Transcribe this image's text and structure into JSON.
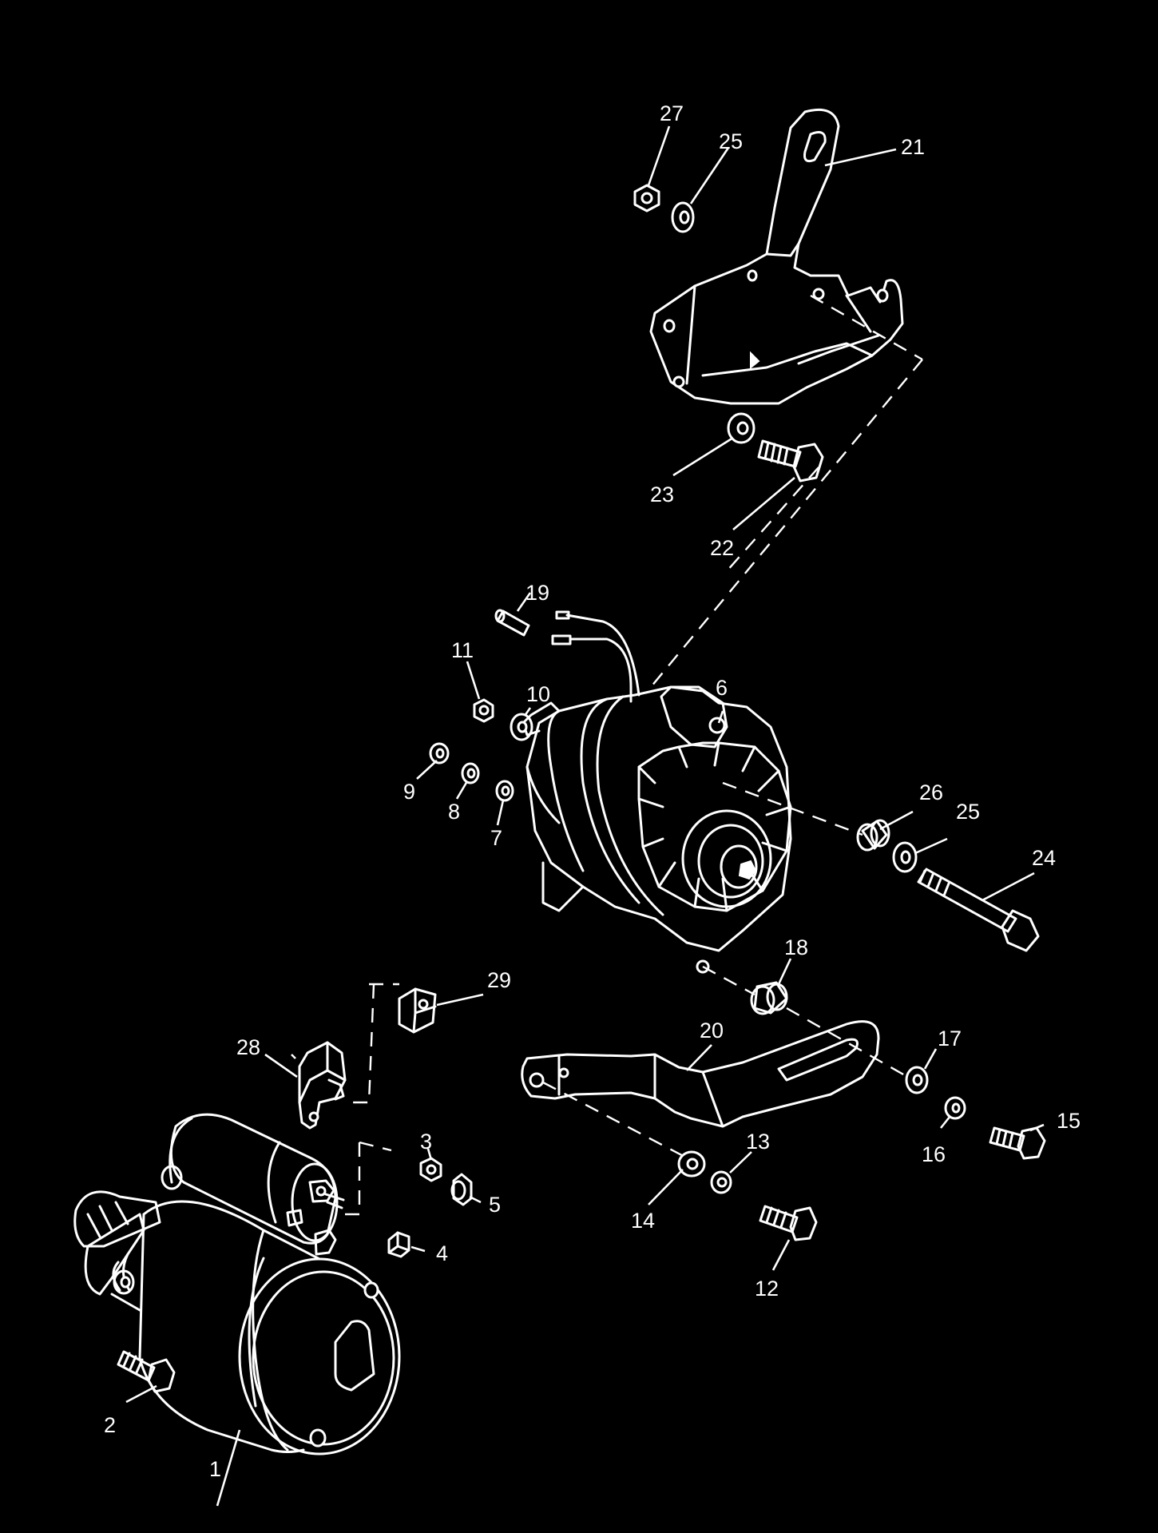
{
  "colors": {
    "background": "#000000",
    "line": "#ffffff"
  },
  "callouts": [
    {
      "id": "1",
      "label": "1"
    },
    {
      "id": "2",
      "label": "2"
    },
    {
      "id": "3",
      "label": "3"
    },
    {
      "id": "4",
      "label": "4"
    },
    {
      "id": "5",
      "label": "5"
    },
    {
      "id": "6",
      "label": "6"
    },
    {
      "id": "7",
      "label": "7"
    },
    {
      "id": "8",
      "label": "8"
    },
    {
      "id": "9",
      "label": "9"
    },
    {
      "id": "10",
      "label": "10"
    },
    {
      "id": "11",
      "label": "11"
    },
    {
      "id": "12",
      "label": "12"
    },
    {
      "id": "13",
      "label": "13"
    },
    {
      "id": "14",
      "label": "14"
    },
    {
      "id": "15",
      "label": "15"
    },
    {
      "id": "16",
      "label": "16"
    },
    {
      "id": "17",
      "label": "17"
    },
    {
      "id": "18",
      "label": "18"
    },
    {
      "id": "19",
      "label": "19"
    },
    {
      "id": "20",
      "label": "20"
    },
    {
      "id": "21",
      "label": "21"
    },
    {
      "id": "22",
      "label": "22"
    },
    {
      "id": "23",
      "label": "23"
    },
    {
      "id": "24",
      "label": "24"
    },
    {
      "id": "25a",
      "label": "25"
    },
    {
      "id": "25b",
      "label": "25"
    },
    {
      "id": "26",
      "label": "26"
    },
    {
      "id": "27",
      "label": "27"
    },
    {
      "id": "28",
      "label": "28"
    },
    {
      "id": "29",
      "label": "29"
    }
  ]
}
